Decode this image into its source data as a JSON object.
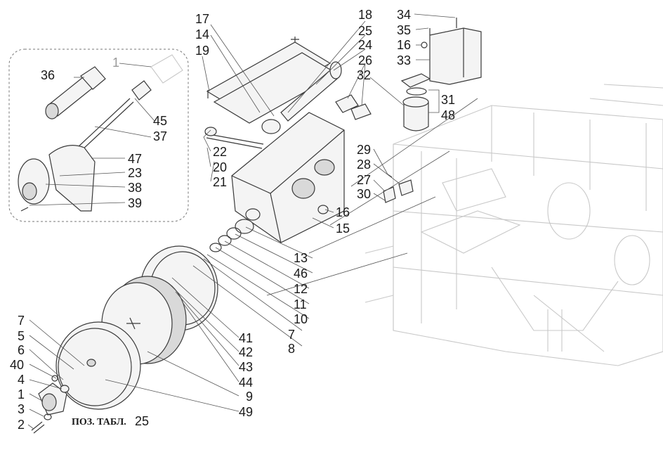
{
  "labels": {
    "l17": "17",
    "l14": "14",
    "l19": "19",
    "l18": "18",
    "l25": "25",
    "l24": "24",
    "l26": "26",
    "l32": "32",
    "l34": "34",
    "l35": "35",
    "l16a": "16",
    "l33": "33",
    "l31": "31",
    "l48": "48",
    "l36": "36",
    "l1a": "1",
    "l45": "45",
    "l37": "37",
    "l47": "47",
    "l23": "23",
    "l38": "38",
    "l39": "39",
    "l22": "22",
    "l20": "20",
    "l21": "21",
    "l29": "29",
    "l28": "28",
    "l27": "27",
    "l30": "30",
    "l16b": "16",
    "l15": "15",
    "l13": "13",
    "l46": "46",
    "l12": "12",
    "l11": "11",
    "l10": "10",
    "l7a": "7",
    "l8": "8",
    "l41": "41",
    "l42": "42",
    "l43": "43",
    "l44": "44",
    "l9": "9",
    "l49": "49",
    "l7b": "7",
    "l5": "5",
    "l6": "6",
    "l40": "40",
    "l4": "4",
    "l1b": "1",
    "l3": "3",
    "l2": "2"
  },
  "caption": {
    "text": "ПОЗ. ТАБЛ.",
    "number": "25"
  }
}
